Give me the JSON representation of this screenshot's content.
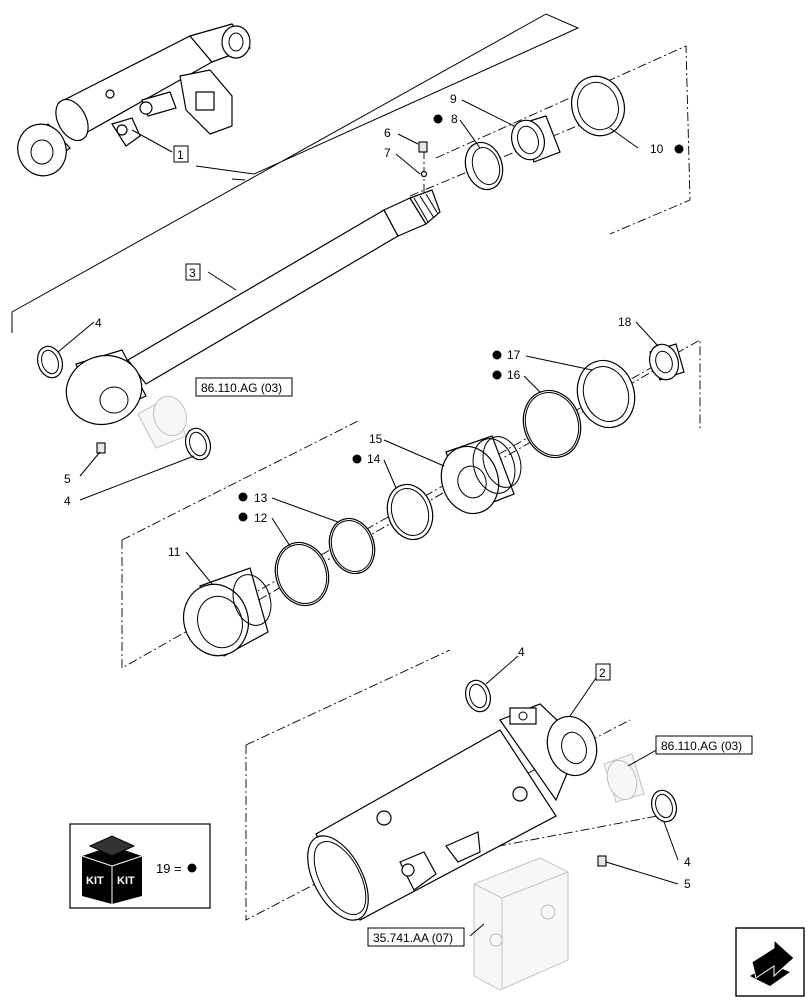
{
  "callouts": {
    "c1": "1",
    "c2": "2",
    "c3": "3",
    "c4a": "4",
    "c4b": "4",
    "c4c": "4",
    "c4d": "4",
    "c5a": "5",
    "c5b": "5",
    "c6": "6",
    "c7": "7",
    "c8": "8",
    "c9": "9",
    "c10": "10",
    "c11": "11",
    "c12": "12",
    "c13": "13",
    "c14": "14",
    "c15": "15",
    "c16": "16",
    "c17": "17",
    "c18": "18"
  },
  "refs": {
    "ref_bushing_top": "86.110.AG (03)",
    "ref_bushing_bottom": "86.110.AG (03)",
    "ref_valve_block": "35.741.AA (07)"
  },
  "kit": {
    "label_left": "KIT",
    "label_right": "KIT",
    "legend_number": "19",
    "legend_equals": "="
  },
  "icons": {
    "kit_box": "kit-box-icon",
    "kit_bullet": "kit-bullet-icon",
    "nav": "next-arrow-icon"
  }
}
